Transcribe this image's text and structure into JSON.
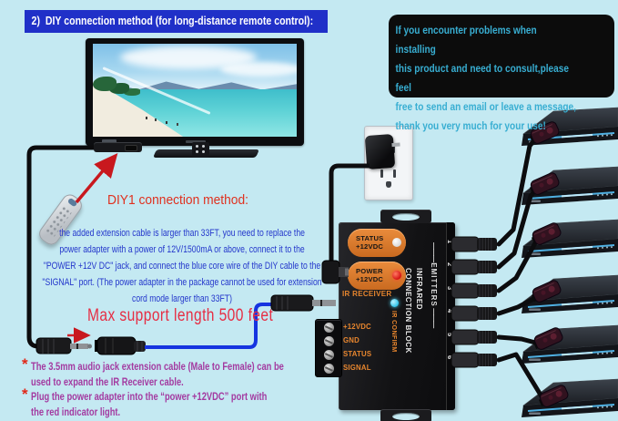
{
  "title": {
    "text": "2)  DIY connection method (for long-distance remote control):",
    "bg": "#2030c8",
    "color": "#ffffff"
  },
  "info_box": {
    "lines": [
      " If you encounter problems when installing",
      "this product and need to consult,please feel",
      "free to send an email or leave a message,",
      "thank you very much for your use!"
    ],
    "bg": "#0c0c0c",
    "color": "#38aed2"
  },
  "diy1": {
    "heading": "DIY1 connection method:",
    "heading_color": "#e0301e",
    "body_lines": [
      "the added extension cable is larger than 33FT, you need to replace the",
      "power adapter with a power of 12V/1500mA or above, connect it to the",
      "\"POWER +12V DC\" jack, and connect the blue core wire of the DIY cable to the",
      "\"SIGNAL\" port. (The power adapter in the package cannot be used for extension",
      "cord mode larger than 33FT)"
    ],
    "body_color": "#2336cb"
  },
  "max_support": {
    "text": "Max support length 500 feet",
    "color": "#e62e44"
  },
  "notes": {
    "note1": {
      "star": "*",
      "lines": [
        "The 3.5mm audio jack extension cable (Male to Female) can be",
        "used to expand the IR Receiver cable."
      ]
    },
    "note2": {
      "star": "*",
      "lines": [
        "Plug the power adapter into the  “power +12VDC”  port with",
        "the red indicator light."
      ]
    },
    "color": "#a33aa0"
  },
  "block": {
    "status_label": {
      "lines": [
        "STATUS",
        "+12VDC"
      ]
    },
    "power_label": {
      "lines": [
        "POWER",
        "+12VDC"
      ]
    },
    "ir_receiver_label": "IR RECEIVER",
    "ir_confirm_label": "IR CONFIRM",
    "name_label": {
      "lines": [
        "INFRARED",
        "CONNECTION BLOCK"
      ]
    },
    "emitters_label": "EMITTERS",
    "terminal_labels": [
      "+12VDC",
      "GND",
      "STATUS",
      "SIGNAL"
    ],
    "port_numbers": [
      "1",
      "2",
      "3",
      "4",
      "5",
      "6"
    ],
    "accent_orange": "#d8742c"
  },
  "colors": {
    "page_bg": "#c4e9f2",
    "cable_blue": "#1634e0",
    "arrow_red": "#c8181e",
    "led_red": "#d41212",
    "led_cyan": "#2fc4ea"
  }
}
